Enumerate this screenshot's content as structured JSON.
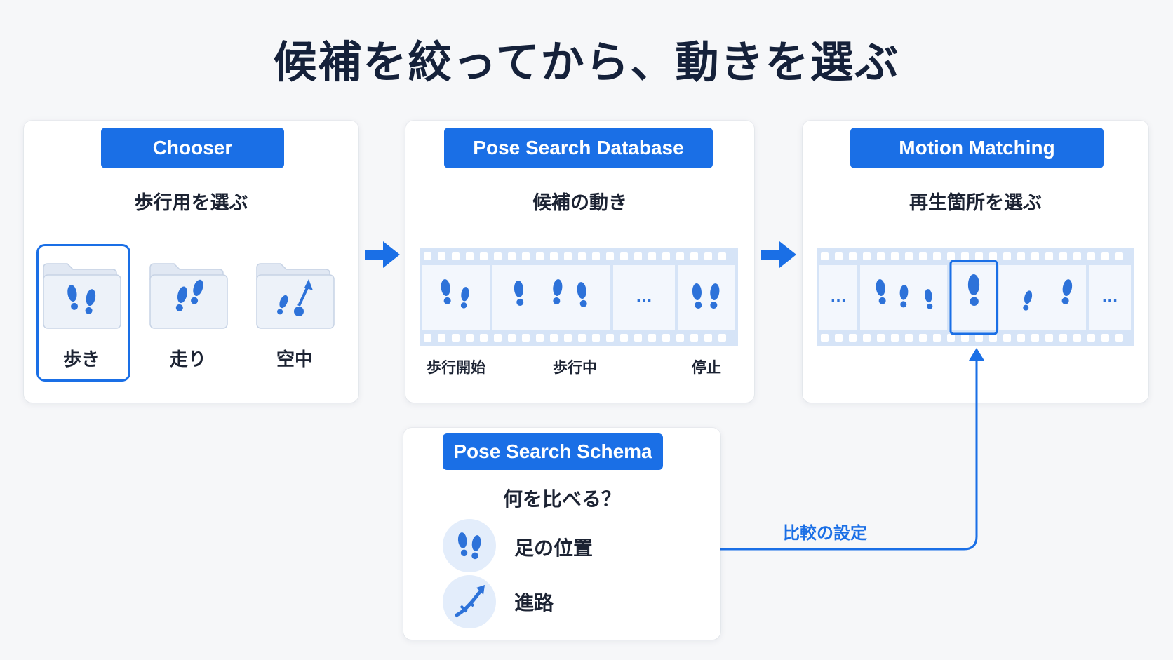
{
  "title": "候補を絞ってから、動きを選ぶ",
  "chooser": {
    "header": "Chooser",
    "subtitle": "歩行用を選ぶ",
    "folders": [
      {
        "label": "歩き",
        "icon": "footprints-icon",
        "selected": true
      },
      {
        "label": "走り",
        "icon": "footprints-icon",
        "selected": false
      },
      {
        "label": "空中",
        "icon": "jump-arrow-icon",
        "selected": false
      }
    ]
  },
  "database": {
    "header": "Pose Search Database",
    "subtitle": "候補の動き",
    "ellipsis": "…",
    "labels": [
      "歩行開始",
      "歩行中",
      "停止"
    ]
  },
  "matching": {
    "header": "Motion Matching",
    "subtitle": "再生箇所を選ぶ",
    "ellipsis_left": "…",
    "ellipsis_right": "…"
  },
  "schema": {
    "header": "Pose Search Schema",
    "question": "何を比べる？",
    "items": [
      {
        "label": "足の位置",
        "icon": "footprints-icon"
      },
      {
        "label": "進路",
        "icon": "trajectory-arrow-icon"
      }
    ]
  },
  "link_label": "比較の設定",
  "colors": {
    "accent": "#1a6fe6",
    "light_accent": "#e3edfb",
    "film": "#d6e4f7"
  }
}
